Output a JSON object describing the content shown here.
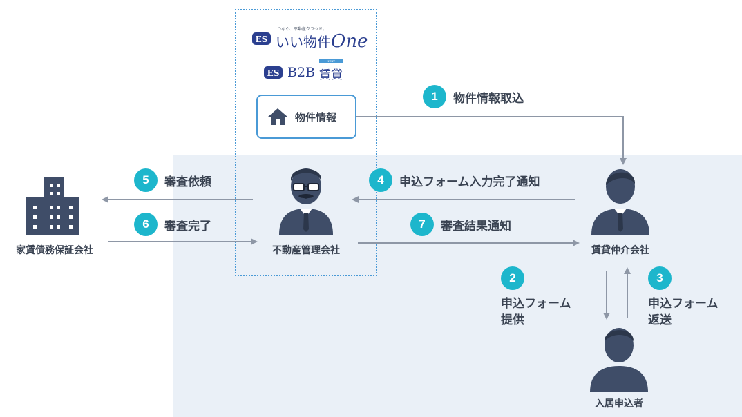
{
  "logos": {
    "ii_bukken_one": {
      "tagline": "つなぐ、不動産クラウド。",
      "name": "いい物件",
      "name_suffix": "One"
    },
    "b2b_chintai": {
      "name": "B2B",
      "suffix": "賃貸",
      "badge": "NEXT"
    }
  },
  "property_box": {
    "label": "物件情報",
    "icon": "house-icon"
  },
  "actors": {
    "guarantor": {
      "label": "家賃債務保証会社",
      "icon": "building-icon"
    },
    "management": {
      "label": "不動産管理会社",
      "icon": "manager-person-icon"
    },
    "broker": {
      "label": "賃貸仲介会社",
      "icon": "broker-person-icon"
    },
    "applicant": {
      "label": "入居申込者",
      "icon": "applicant-person-icon"
    }
  },
  "steps": [
    {
      "num": "1",
      "label": "物件情報取込"
    },
    {
      "num": "2",
      "label_line1": "申込フォーム",
      "label_line2": "提供"
    },
    {
      "num": "3",
      "label_line1": "申込フォーム",
      "label_line2": "返送"
    },
    {
      "num": "4",
      "label": "申込フォーム入力完了通知"
    },
    {
      "num": "5",
      "label": "審査依頼"
    },
    {
      "num": "6",
      "label": "審査完了"
    },
    {
      "num": "7",
      "label": "審査結果通知"
    }
  ],
  "colors": {
    "badge": "#1db6cc",
    "arrow": "#8e97a6",
    "navy": "#3f4d68",
    "panel": "#eaf0f7",
    "dotted_border": "#4a9ad6"
  }
}
